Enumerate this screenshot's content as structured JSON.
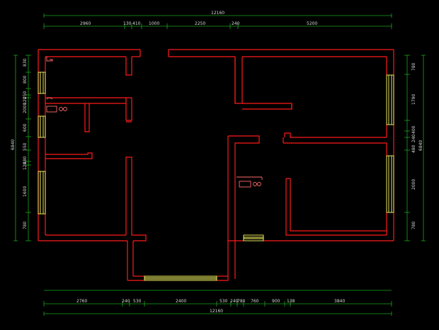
{
  "dimensions": {
    "top_total": "12160",
    "top_segments": [
      "2960",
      "130",
      "410",
      "1000",
      "2250",
      "240",
      "5200"
    ],
    "bottom_total": "12160",
    "bottom_segments": [
      "2760",
      "240",
      "530",
      "2400",
      "530",
      "240",
      "780",
      "760",
      "900",
      "138",
      "3840"
    ],
    "left_total": "6840",
    "left_segments": [
      "830",
      "800",
      "250",
      "120",
      "2000",
      "600",
      "550",
      "480",
      "120",
      "1600",
      "780"
    ],
    "right_total": "6840",
    "right_segments": [
      "780",
      "1790",
      "400",
      "240",
      "480",
      "2000",
      "780"
    ]
  },
  "colors": {
    "background": "#000000",
    "walls": "#ff1a1a",
    "windows": "#ffff66",
    "dimension_lines": "#1aa61a",
    "dimension_text": "#d8d8d8"
  }
}
